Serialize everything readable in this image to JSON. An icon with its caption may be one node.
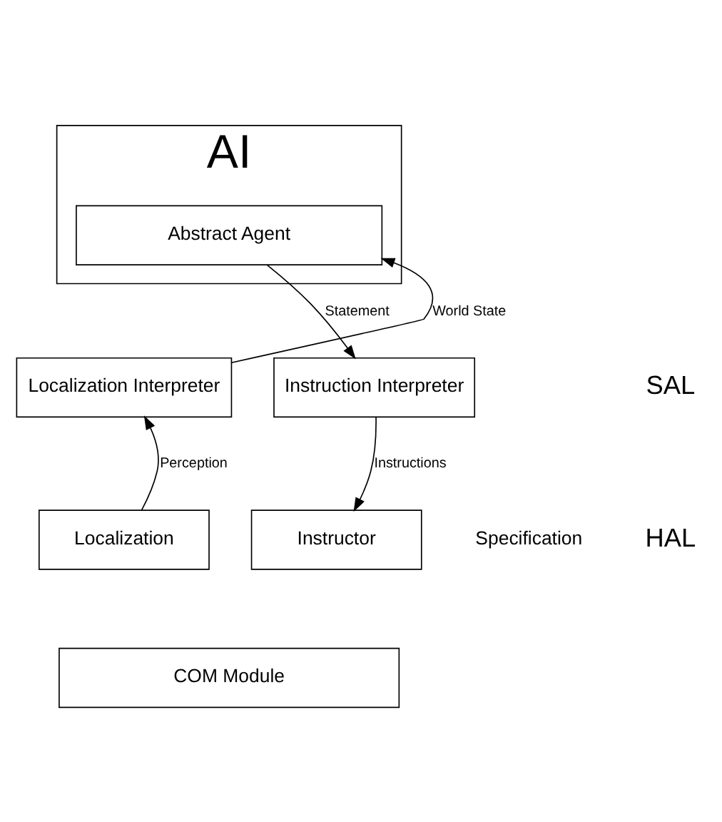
{
  "diagram": {
    "nodes": [
      {
        "text": [
          "AI"
        ]
      },
      {
        "text": [
          "Abstract Agent"
        ],
        "in": 0
      },
      {
        "text": [
          "Localization Interpreter"
        ]
      },
      {
        "text": [
          "Instruction Interpreter"
        ]
      },
      {
        "text": [
          "Localization"
        ]
      },
      {
        "text": [
          "Instructor"
        ]
      },
      {
        "text": [
          "COM Module"
        ]
      }
    ],
    "edges": [
      {
        "from": 2,
        "to": 1,
        "arrow": "to",
        "label": "World State"
      },
      {
        "from": 1,
        "to": 3,
        "arrow": "to",
        "label": "Statement"
      },
      {
        "from": 4,
        "to": 2,
        "arrow": "to",
        "label": "Perception"
      },
      {
        "from": 3,
        "to": 5,
        "arrow": "to",
        "label": "Instructions"
      }
    ],
    "labels": [
      "SAL",
      "HAL",
      "Specification"
    ]
  }
}
